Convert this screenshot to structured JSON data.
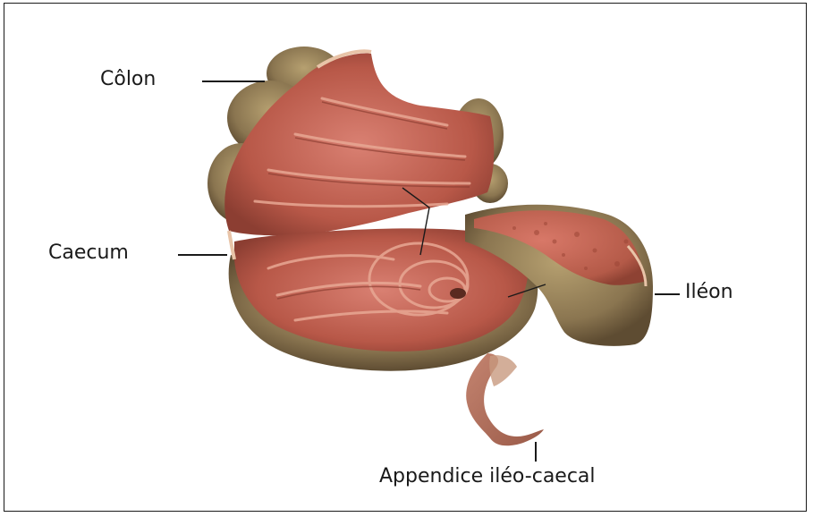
{
  "labels": {
    "colon": "Côlon",
    "caecum": "Caecum",
    "ileon": "Iléon",
    "appendix": "Appendice iléo-caecal"
  },
  "colors": {
    "mucosa": "#c8665a",
    "mucosa_dark": "#9c4a3c",
    "outer_wall": "#8a7550",
    "outer_wall_light": "#b09a6e",
    "fold": "#e0a08c",
    "frame": "#1a1a1a"
  }
}
